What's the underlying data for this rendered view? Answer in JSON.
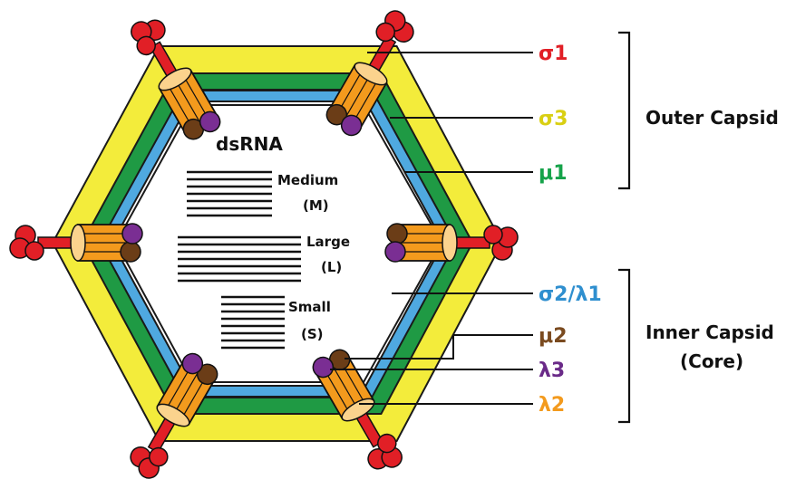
{
  "center_labels": {
    "dsrna": "dsRNA",
    "medium": "Medium",
    "medium_abbr": "(M)",
    "large": "Large",
    "large_abbr": "(L)",
    "small": "Small",
    "small_abbr": "(S)"
  },
  "protein_labels": {
    "sigma1": "σ1",
    "sigma3": "σ3",
    "mu1": "μ1",
    "sigma2_lambda1": "σ2/λ1",
    "mu2": "μ2",
    "lambda3": "λ3",
    "lambda2": "λ2"
  },
  "group_labels": {
    "outer": "Outer Capsid",
    "inner_line1": "Inner Capsid",
    "inner_line2": "(Core)"
  },
  "colors": {
    "sigma1": "#e11f26",
    "sigma3": "#f3ec3b",
    "mu1": "#16a34a",
    "sigma2_lambda1": "#3b9fd8",
    "mu2": "#7a4a1f",
    "lambda3": "#7a2e93",
    "lambda2": "#f39a1d",
    "text": "#111111"
  }
}
